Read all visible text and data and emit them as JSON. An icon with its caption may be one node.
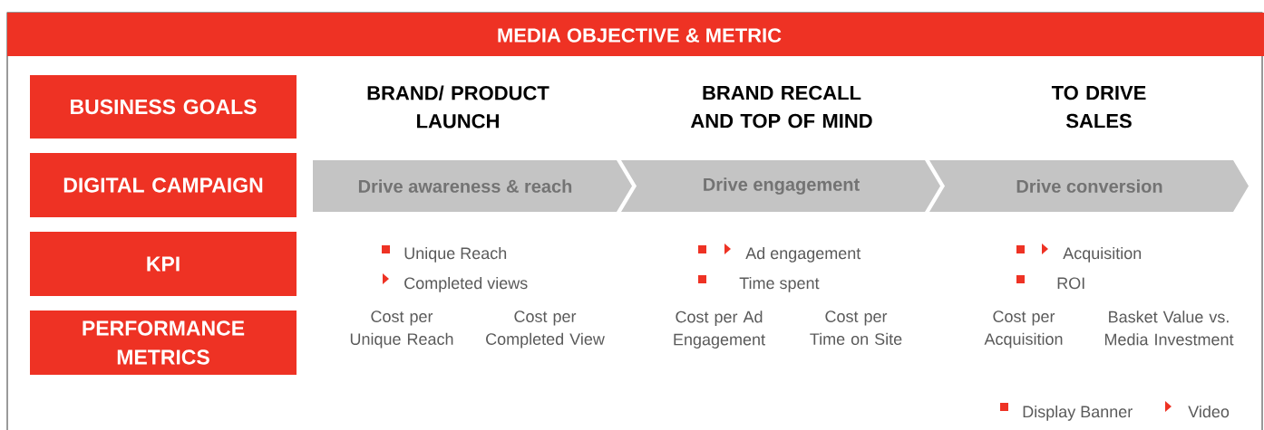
{
  "diagram": {
    "title": "MEDIA OBJECTIVE & METRIC",
    "nodes": [
      {
        "text": [
          "BUSINESS GOALS"
        ]
      },
      {
        "text": [
          "DIGITAL CAMPAIGN"
        ]
      },
      {
        "text": [
          "KPI"
        ]
      },
      {
        "text": [
          "PERFORMANCE METRICS"
        ]
      },
      {
        "text": [
          "Drive awareness & reach"
        ]
      },
      {
        "text": [
          "Drive engagement"
        ]
      },
      {
        "text": [
          "Drive conversion"
        ]
      }
    ],
    "labels": [
      "BRAND/ PRODUCT LAUNCH",
      "BRAND RECALL AND TOP OF MIND",
      "TO DRIVE SALES",
      "Unique Reach",
      "Ad engagement",
      "Acquisition",
      "Completed views",
      "Time spent",
      "ROI",
      "Cost per Unique Reach",
      "Cost per Completed View",
      "Cost per Ad Engagement",
      "Cost per Time on Site",
      "Cost per Acquisition",
      "Basket Value vs. Media Investment"
    ],
    "legend": [
      {
        "text": "Display Banner"
      },
      {
        "text": "Video"
      }
    ]
  }
}
